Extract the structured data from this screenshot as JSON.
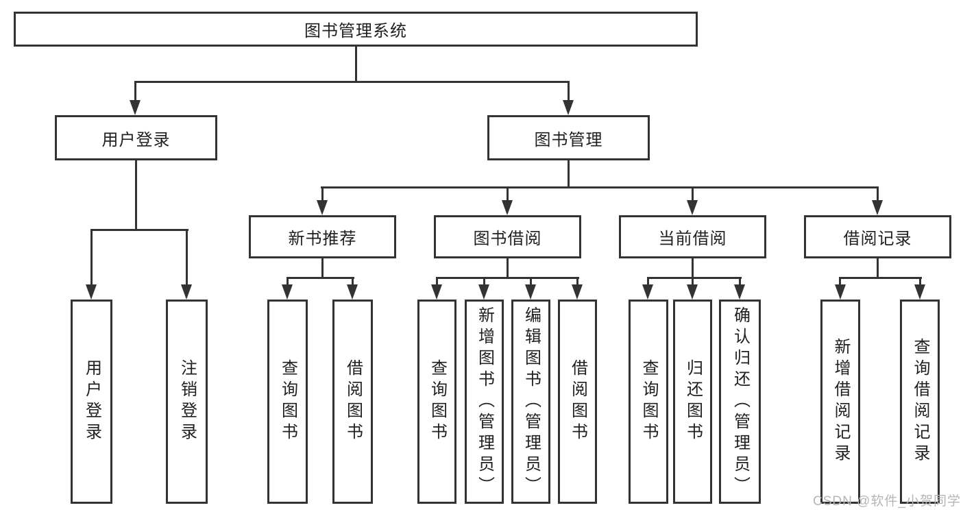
{
  "diagram": {
    "root": {
      "label": "图书管理系统"
    },
    "level2": [
      {
        "label": "用户登录"
      },
      {
        "label": "图书管理"
      }
    ],
    "level3": [
      {
        "label": "新书推荐"
      },
      {
        "label": "图书借阅"
      },
      {
        "label": "当前借阅"
      },
      {
        "label": "借阅记录"
      }
    ],
    "leaves": {
      "user": [
        "用户登录",
        "注销登录"
      ],
      "recommend": [
        "查询图书",
        "借阅图书"
      ],
      "borrow": [
        "查询图书",
        "新增图书（管理员）",
        "编辑图书（管理员）",
        "借阅图书"
      ],
      "current": [
        "查询图书",
        "归还图书",
        "确认归还（管理员）"
      ],
      "records": [
        "新增借阅记录",
        "查询借阅记录"
      ]
    }
  },
  "watermark": {
    "text": "CSDN @软件_小贺同学"
  },
  "colors": {
    "line": "#333333",
    "box_fill": "#ffffff",
    "text": "#1f1f1f",
    "watermark": "#b5b5b5"
  }
}
